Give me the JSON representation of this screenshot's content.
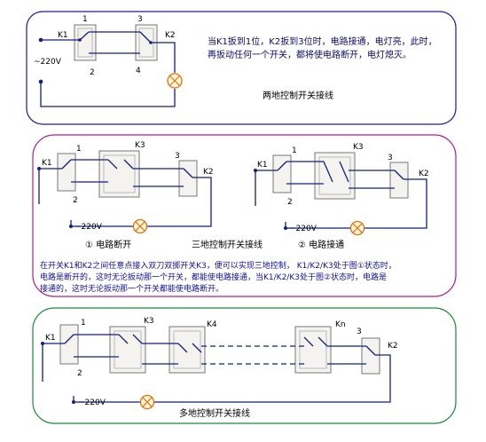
{
  "panel_top": {
    "terminals": [
      "K1",
      "K2"
    ],
    "pins": [
      "1",
      "2",
      "3",
      "4"
    ],
    "voltage": "~220V",
    "note_line1": "当K1扳到1位，K2扳到3位时，电路接通，电灯亮，此时，",
    "note_line2": "再扳动任何一个开关，都将使电路断开，电灯熄灭。",
    "caption": "两地控制开关接线",
    "border_color": "#1a1aa0"
  },
  "panel_mid": {
    "left": {
      "terminals": [
        "K1",
        "K2",
        "K3"
      ],
      "pins": [
        "1",
        "2",
        "3"
      ],
      "voltage": "~220V",
      "state_label": "① 电路断开"
    },
    "right": {
      "terminals": [
        "K1",
        "K2",
        "K3"
      ],
      "pins": [
        "1",
        "2",
        "3"
      ],
      "voltage": "~220V",
      "state_label": "② 电路接通"
    },
    "caption": "三地控制开关接线",
    "desc_line1": "在开关K1和K2之间任意点接入双刀双掷开关K3，便可以实现三地控制， K1/K2/K3处于图①状态时，",
    "desc_line2": "电路是断开的，这时无论扳动那一个开关，都能使电路接通，当K1/K2/K3处于图②状态时，电路是",
    "desc_line3": "接通的，这时无论扳动那一个开关都能使电路断开。",
    "border_color": "#b0208a"
  },
  "panel_bot": {
    "terminals": [
      "K1",
      "K3",
      "K4",
      "Kn",
      "K2"
    ],
    "pins": [
      "1",
      "2",
      "3"
    ],
    "voltage": "~220V",
    "caption": "多地控制开关接线",
    "border_color": "#1a8a3a"
  },
  "colors": {
    "wire": "#102080",
    "lamp": "#e07010",
    "switch_fill": "#f4f3ef"
  }
}
